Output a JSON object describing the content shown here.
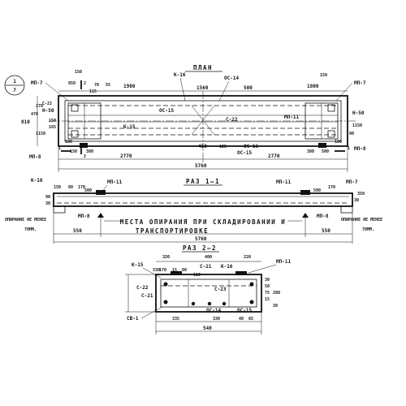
{
  "sheet": {
    "marker_top": "1",
    "marker_bottom": "7"
  },
  "plan": {
    "title": "ПЛАН",
    "labels": {
      "mp7_left": "МП-7",
      "mp7_right": "МП-7",
      "mp8_left": "МП-8",
      "mp8_right": "МП-8",
      "n50_left": "Н-50",
      "n50_right": "Н-50",
      "k16": "К-16",
      "oc14_top": "ОС-14",
      "oc15_center": "ОС-15",
      "c22": "С-22",
      "oc16": "ОС-16",
      "mp11": "МП-11",
      "k15": "К-15",
      "oc15_bottom": "ОС-15",
      "c22_small": "С-22",
      "sec_a": "1",
      "sec_b": "1",
      "sec_c": "2",
      "sec_d": "2"
    },
    "dims": {
      "top_left_150": "150",
      "top_left_850": "850",
      "d1900_left": "1900",
      "d1560": "1560",
      "d500": "500",
      "d1800_right": "1800",
      "top_right_150": "150",
      "left_810": "810",
      "left_470": "470",
      "left_270": "270",
      "left_165": "165",
      "left_150": "150",
      "small_70": "70",
      "small_55": "55",
      "small_115": "115",
      "d450": "450",
      "d125": "125",
      "d150_a": "150",
      "d380_a": "380",
      "d380_b": "380",
      "d500_b": "500",
      "d2770_left": "2770",
      "d2770_right": "2770",
      "d5760": "5760",
      "d100_a": "100",
      "d100_b": "100",
      "d90": "90",
      "d1150_l": "1150",
      "d1150_r": "1150"
    }
  },
  "section11": {
    "title": "РАЗ 1–1",
    "labels": {
      "k16": "К-16",
      "mp11_left": "МП-11",
      "mp11_right": "МП-11",
      "mp7": "МП-7",
      "mp8_left": "МП-8",
      "mp8_right": "МП-8",
      "support_left": "ОПИРАНИЕ НЕ МЕНЕЕ",
      "support_left_unit": "70ММ.",
      "support_right": "ОПИРАНИЕ НЕ МЕНЕЕ",
      "support_right_unit": "70ММ.",
      "note_line1": "МЕСТА ОПИРАНИЯ ПРИ СКЛАДИРОВАНИИ И",
      "note_line2": "ТРАНСПОРТИРОВКЕ"
    },
    "dims": {
      "d150": "150",
      "d80": "80",
      "d170": "170",
      "d500_l": "500",
      "d500_r": "500",
      "d170_r": "170",
      "d90": "90",
      "d30": "30",
      "d350": "350",
      "d550_l": "550",
      "d550_r": "550",
      "d5760": "5760",
      "d30_l": "30"
    }
  },
  "section22": {
    "title": "РАЗ 2–2",
    "labels": {
      "k15": "К-15",
      "c21": "С-21",
      "k16": "К-16",
      "mp11": "МП-11",
      "c22": "С-22",
      "c21_small": "С-21",
      "cb1": "СВ-1",
      "oc14": "ОС-14",
      "oc15": "ОС-15",
      "c23": "С-23"
    },
    "dims": {
      "d320": "320",
      "d400": "400",
      "d220": "220",
      "d170": "170",
      "d15_a": "15",
      "d80": "80",
      "d110": "110",
      "d30_a": "30",
      "d50": "50",
      "d75": "75",
      "d15_b": "15",
      "d330": "330",
      "d280": "280",
      "d30_b": "30",
      "d335": "335",
      "d330_b": "330",
      "d40": "40",
      "d65": "65",
      "d540": "540"
    }
  }
}
